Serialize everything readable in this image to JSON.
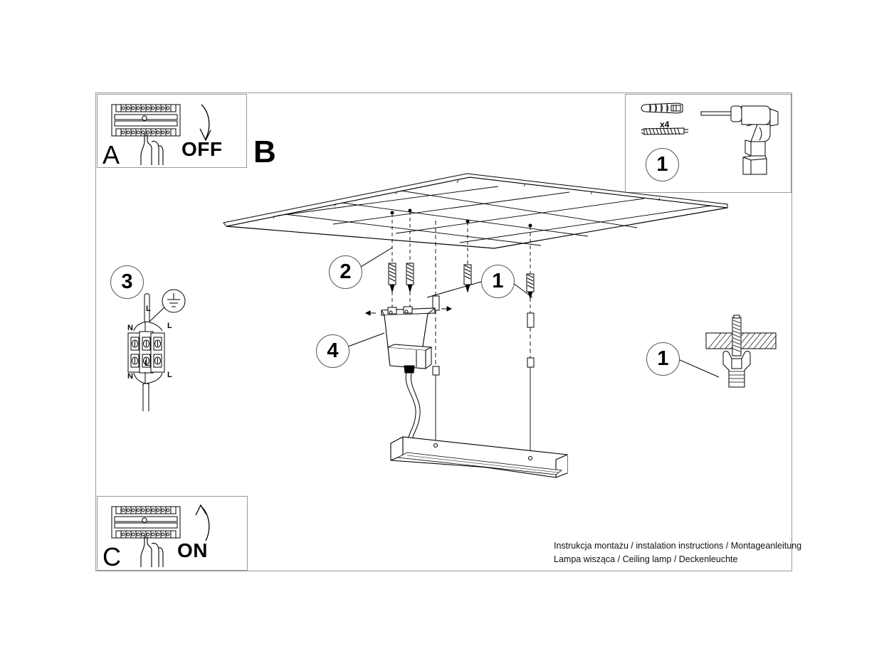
{
  "document": {
    "type": "assembly-instruction-sheet",
    "caption_lines": [
      "Instrukcja montażu / instalation instructions / Montageanleitung",
      "Lampa wisząca / Ceiling lamp / Deckenleuchte"
    ],
    "caption": "Instrukcja montażu / instalation instructions / Montageanleitung\nLampa wisząca / Ceiling lamp / Deckenleuchte"
  },
  "steps": {
    "a": {
      "letter": "A",
      "action_label": "OFF",
      "description": "switch circuit breaker off"
    },
    "b": {
      "letter": "B",
      "description": "main assembly view"
    },
    "c": {
      "letter": "C",
      "action_label": "ON",
      "description": "switch circuit breaker on"
    }
  },
  "callouts": {
    "ceiling_anchor": "2",
    "suspension_cable": "1",
    "canopy": "4",
    "tools_step": "1",
    "anchor_detail": "1",
    "wiring_step": "3"
  },
  "tools": {
    "wall_plug_quantity": "x4",
    "items": [
      "wall-plug",
      "screw",
      "power-drill"
    ]
  },
  "wiring": {
    "terminal_labels_top": [
      "N",
      "L"
    ],
    "terminal_labels_bottom": [
      "N",
      "L"
    ],
    "live_label": "L",
    "neutral_label": "N",
    "earth_symbol": "earth-ground-icon"
  },
  "colors": {
    "line": "#000000",
    "frame": "#9a9a9a",
    "background": "#ffffff"
  }
}
